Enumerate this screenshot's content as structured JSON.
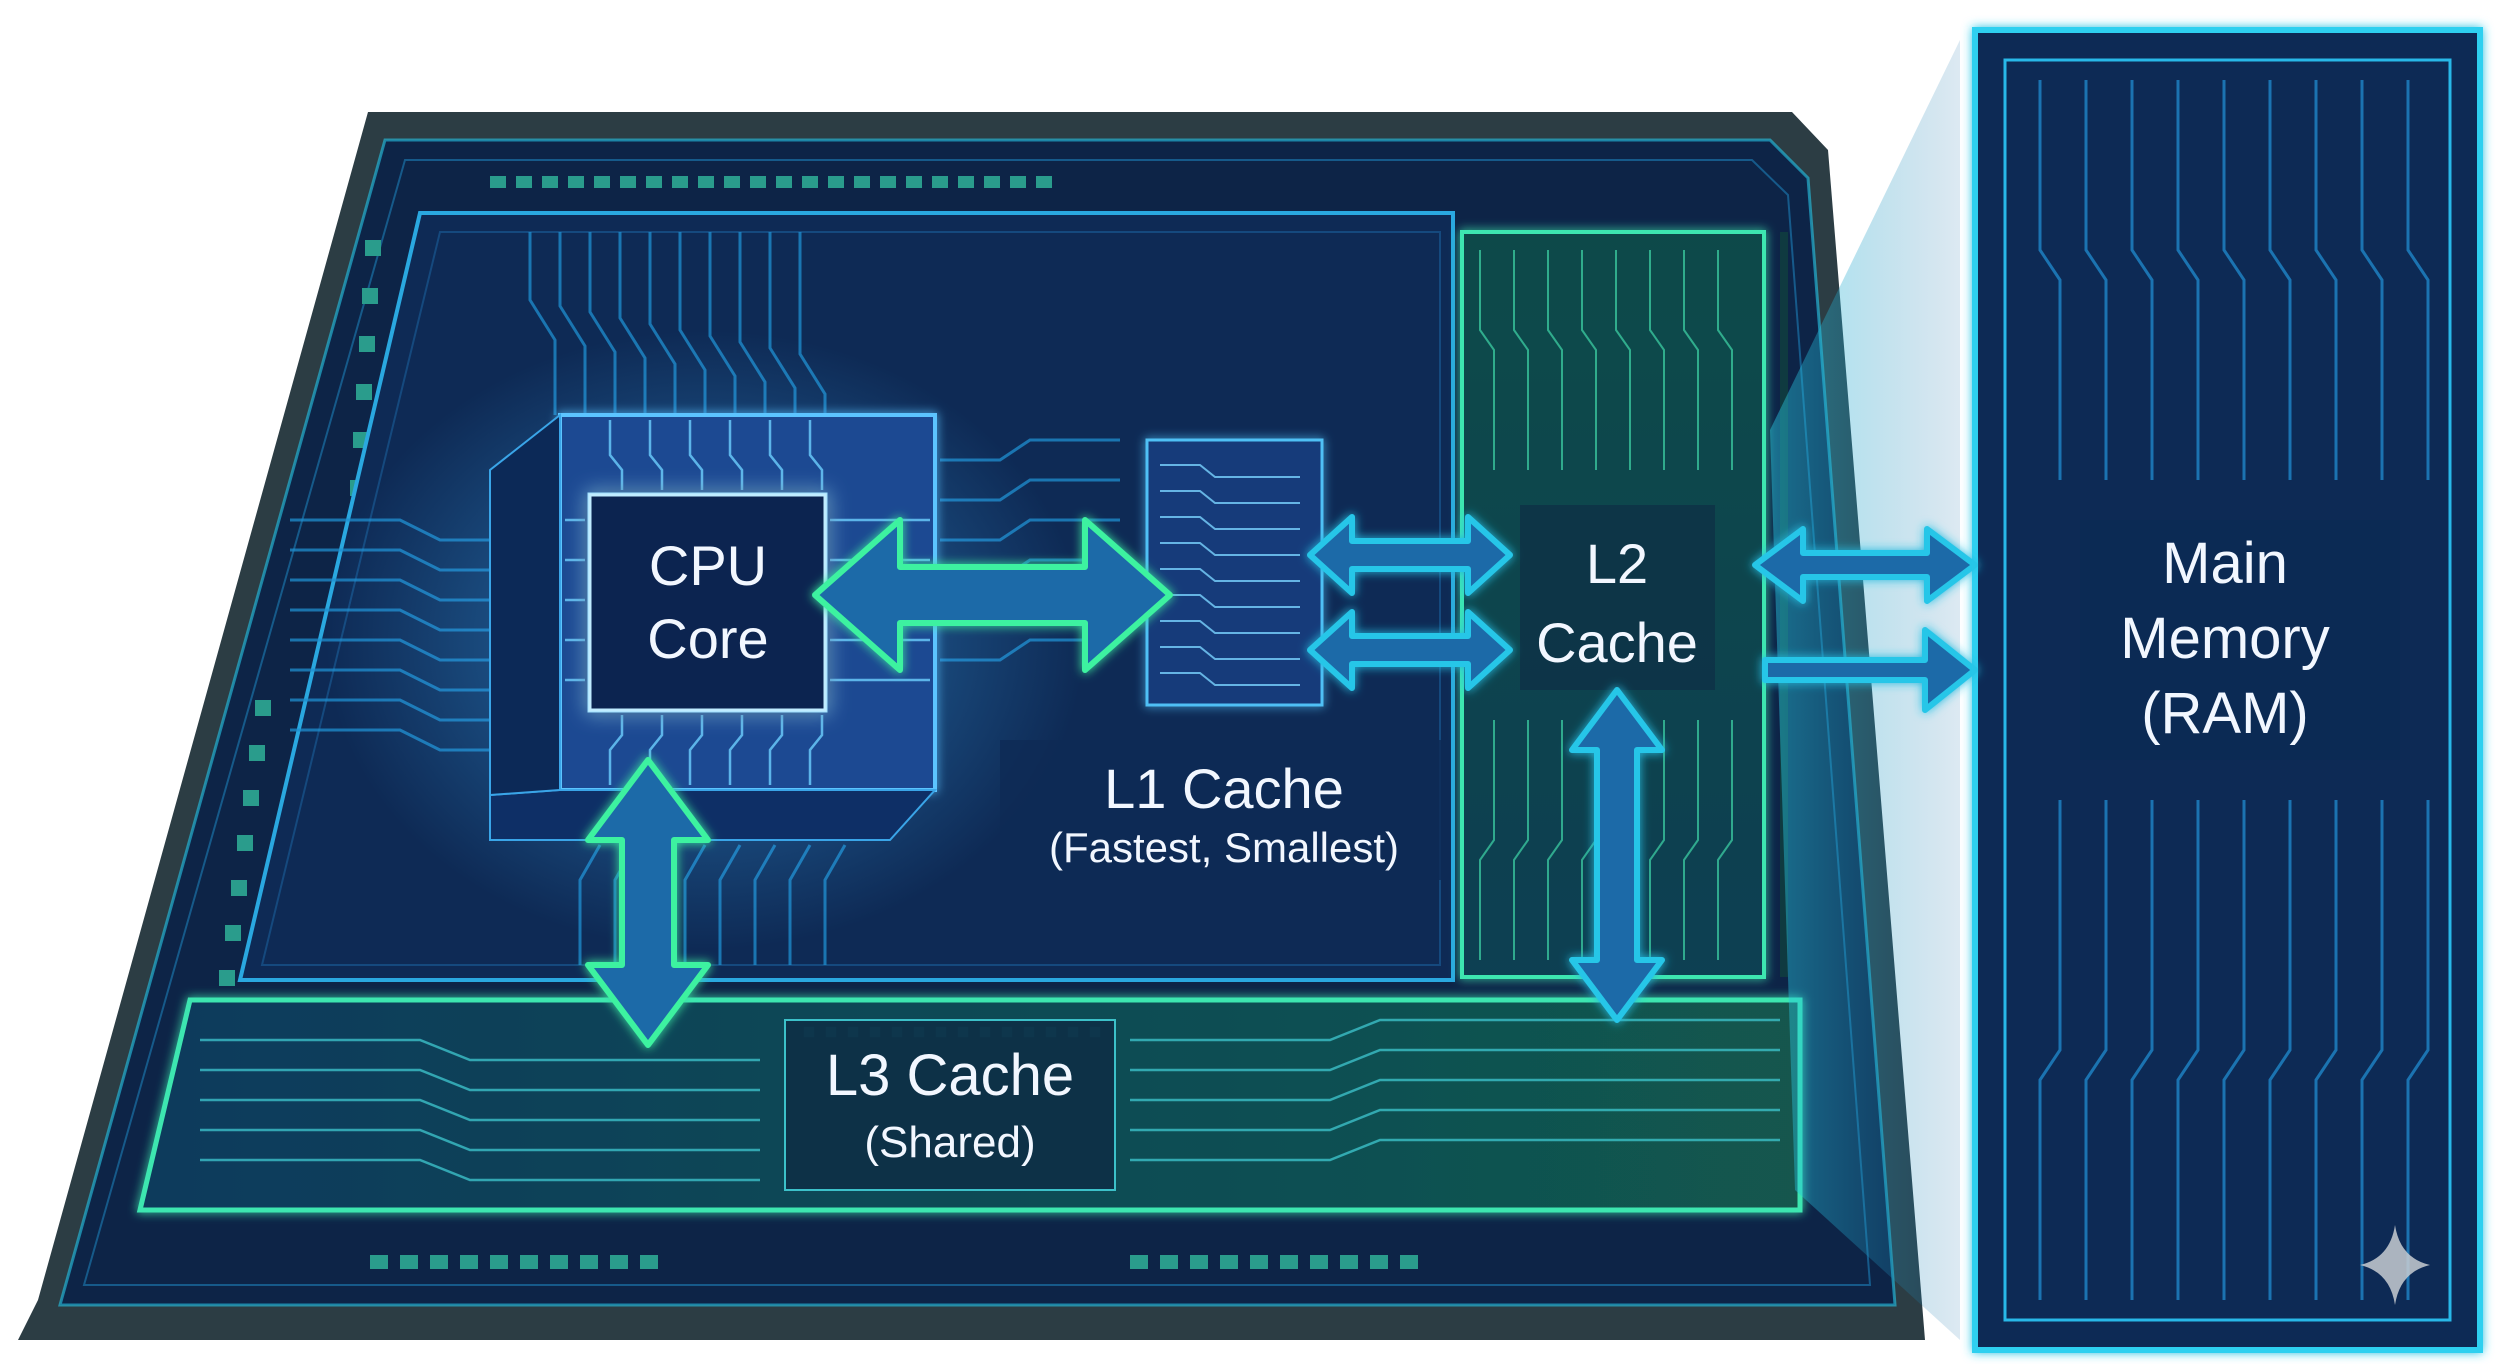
{
  "diagram": {
    "cpu_core": {
      "line1": "CPU",
      "line2": "Core"
    },
    "l1_cache": {
      "title": "L1 Cache",
      "subtitle": "(Fastest, Smallest)"
    },
    "l2_cache": {
      "line1": "L2",
      "line2": "Cache"
    },
    "l3_cache": {
      "title": "L3 Cache",
      "subtitle": "(Shared)"
    },
    "main_memory": {
      "line1": "Main",
      "line2": "Memory",
      "line3": "(RAM)"
    }
  },
  "colors": {
    "board_frame": "#2c3d44",
    "board_inner": "#0d2447",
    "cyan_glow": "#27c6e8",
    "green_glow": "#3df2a0",
    "arrow_fill": "#1c6aa8",
    "text": "#f2f7ff"
  },
  "icons": {
    "watermark": "sparkle-icon"
  }
}
